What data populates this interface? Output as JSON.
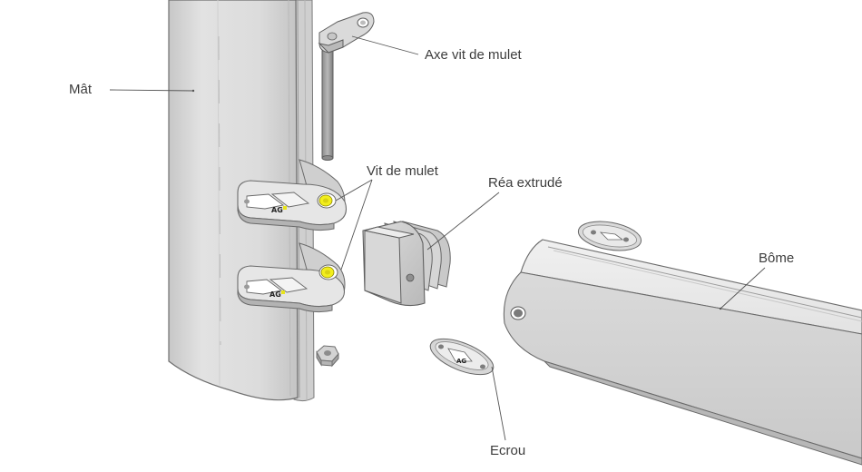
{
  "labels": {
    "mat": "Mât",
    "axe_vit_de_mulet": "Axe vit de mulet",
    "vit_de_mulet": "Vit de mulet",
    "rea_extrude": "Réa extrudé",
    "bome": "Bôme",
    "ecrou": "Ecrou"
  },
  "colors": {
    "metal_light": "#e4e4e4",
    "metal_mid": "#cfcfcf",
    "metal_dark": "#a9a9a9",
    "outline": "#6e6e6e",
    "bushing_yellow": "#f2ee1c",
    "leader_line": "#555555"
  },
  "icons": {
    "bracket_logo": "AG+ logo on fittings"
  }
}
